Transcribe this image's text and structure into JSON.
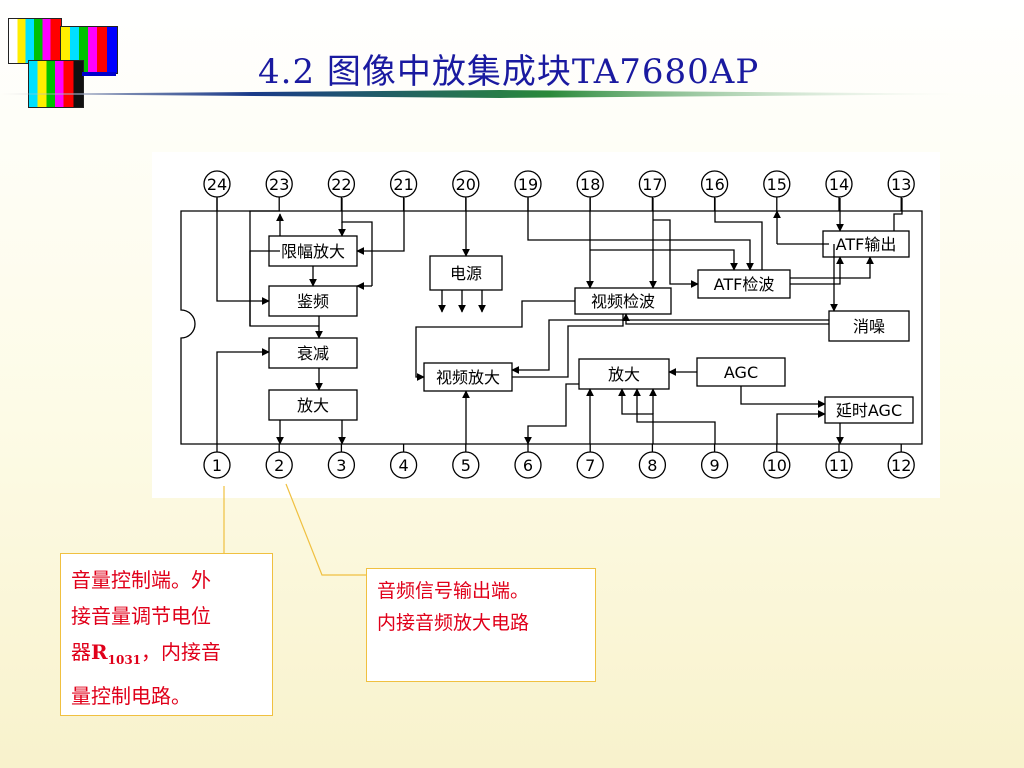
{
  "title": "4.2 图像中放集成块TA7680AP",
  "colors": {
    "title": "#1a1aa0",
    "note_text": "#e0001a",
    "note_border": "#f0c040",
    "leader": "#f0c040"
  },
  "diagram": {
    "pins_top": [
      "24",
      "23",
      "22",
      "21",
      "20",
      "19",
      "18",
      "17",
      "16",
      "15",
      "14",
      "13"
    ],
    "pins_bottom": [
      "1",
      "2",
      "3",
      "4",
      "5",
      "6",
      "7",
      "8",
      "9",
      "10",
      "11",
      "12"
    ],
    "blocks": {
      "limiter_amp": "限幅放大",
      "discriminator": "鉴频",
      "attenuator": "衰减",
      "audio_amp": "放大",
      "power": "电源",
      "video_detector": "视频检波",
      "video_amp": "视频放大",
      "atf_detector": "ATF检波",
      "atf_output": "ATF输出",
      "noise_cancel": "消噪",
      "if_amp": "放大",
      "agc": "AGC",
      "delay_agc": "延时AGC"
    }
  },
  "notes": {
    "pin1": {
      "line1": "音量控制端。外",
      "line2": "接音量调节电位",
      "line3_prefix": "器",
      "resistor": "R",
      "resistor_sub": "1031",
      "line3_suffix": "，内接音",
      "line4": "量控制电路。"
    },
    "pin2": {
      "line1": "音频信号输出端。",
      "line2": "内接音频放大电路"
    }
  }
}
